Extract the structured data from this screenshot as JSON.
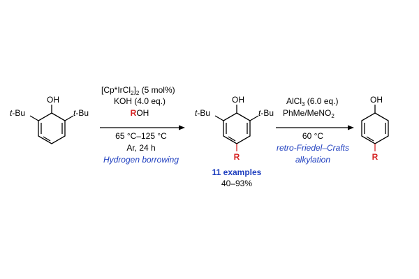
{
  "colors": {
    "substituent_r": "#d62323",
    "blue_text": "#1f3fbf",
    "ink": "#000000"
  },
  "starting_material": {
    "oh": "OH",
    "left_tbu_prefix": "t",
    "left_tbu_suffix": "-Bu",
    "right_tbu_prefix": "t",
    "right_tbu_suffix": "-Bu"
  },
  "step1": {
    "catalyst_main": "[Cp*IrCl",
    "catalyst_sub1": "2",
    "catalyst_bracket": "]",
    "catalyst_sub2": "2",
    "catalyst_loading": " (5 mol%)",
    "base": "KOH (4.0 eq.)",
    "alcohol_r": "R",
    "alcohol_oh": "OH",
    "temperature": "65 °C–125 °C",
    "conditions": "Ar, 24 h",
    "label": "Hydrogen borrowing"
  },
  "intermediate": {
    "oh": "OH",
    "left_tbu_prefix": "t",
    "left_tbu_suffix": "-Bu",
    "right_tbu_prefix": "t",
    "right_tbu_suffix": "-Bu",
    "r": "R",
    "examples": "11 examples",
    "yield": "40–93%"
  },
  "step2": {
    "reagent_main": "AlCl",
    "reagent_sub": "3",
    "reagent_amount": " (6.0 eq.)",
    "solvent_main": "PhMe/MeNO",
    "solvent_sub": "2",
    "temperature": "60 °C",
    "label_line1": "retro-Friedel–Crafts",
    "label_line2": "alkylation"
  },
  "product": {
    "oh": "OH",
    "r": "R"
  }
}
